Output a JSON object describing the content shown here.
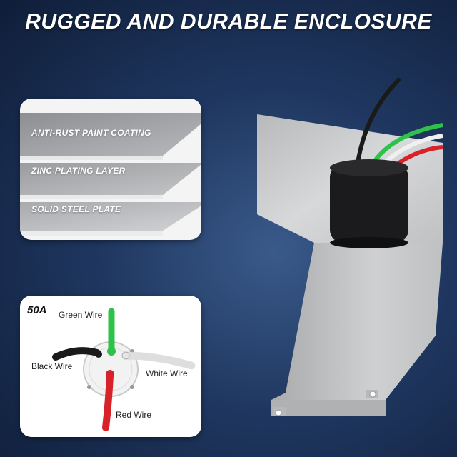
{
  "headline": "RUGGED AND DURABLE ENCLOSURE",
  "layers": [
    {
      "label": "ANTI-RUST PAINT COATING"
    },
    {
      "label": "ZINC PLATING LAYER"
    },
    {
      "label": "SOLID STEEL PLATE"
    }
  ],
  "wiring": {
    "rating": "50A",
    "green": "Green Wire",
    "black": "Black Wire",
    "white": "White Wire",
    "red": "Red Wire"
  },
  "colors": {
    "background": "#1f3760",
    "green_wire": "#2ec24a",
    "red_wire": "#d8222a",
    "black_wire": "#1a1a1a",
    "white_wire": "#f0f0f0",
    "steel": "#c8c9cb"
  },
  "icons": [
    "metal-layers-illustration",
    "receptacle-pinout-diagram",
    "enclosure-with-receptacle"
  ]
}
